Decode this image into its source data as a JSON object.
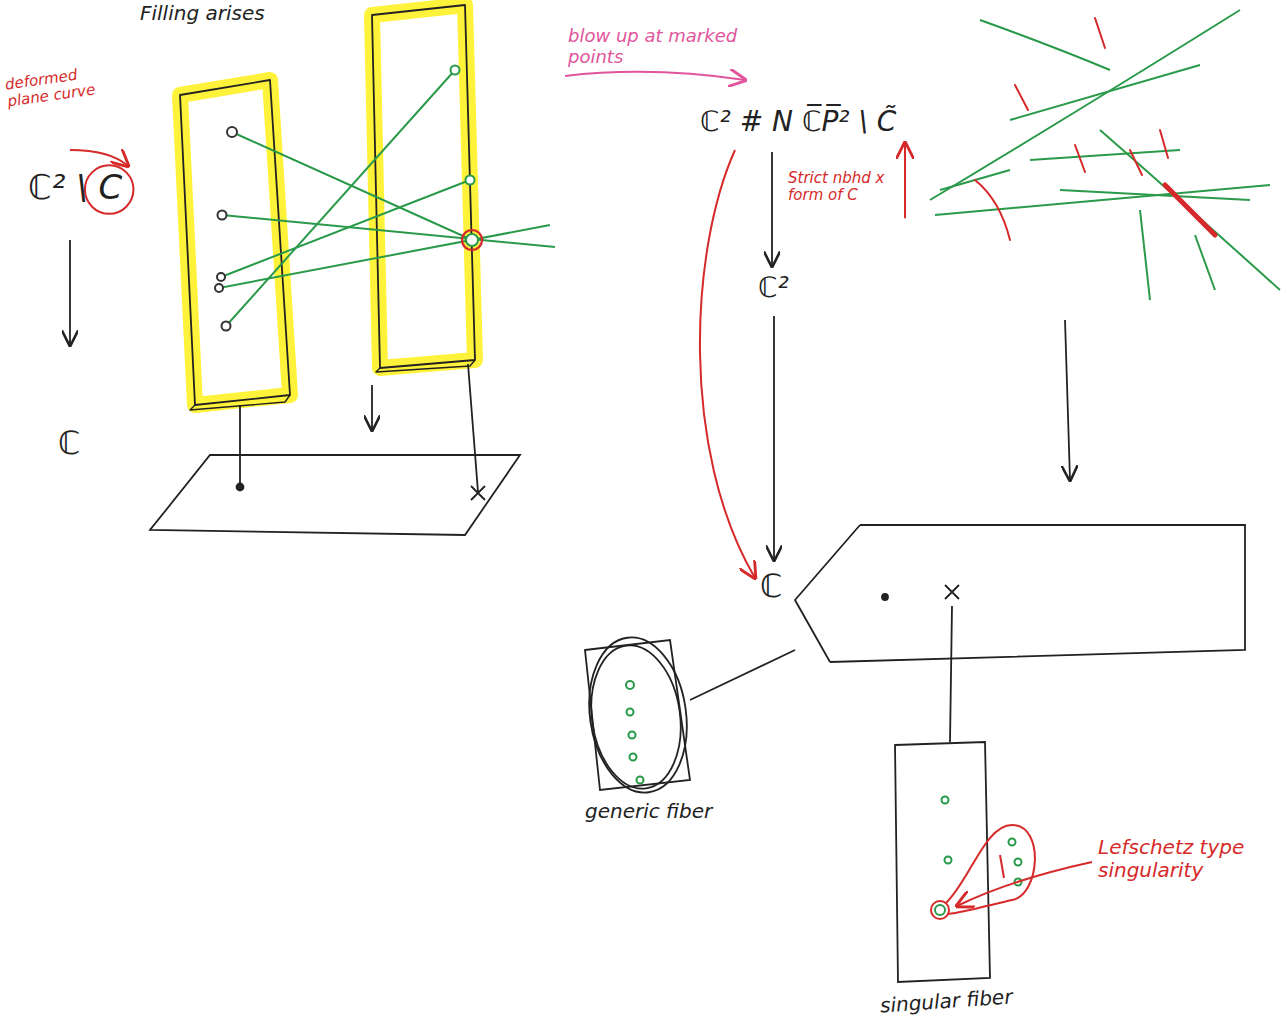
{
  "diagram": {
    "labels": [
      "Filling arises",
      "deformed plane curve",
      "ℂ² \\ C",
      "ℂ",
      "blow up at marked points",
      "ℂ² # N ℂ̅P̅² \\ C̃",
      "Strict nbhd x form of C",
      "ℂ²",
      "ℂ",
      "generic fiber",
      "singular fiber",
      "Lefschetz type singularity"
    ]
  }
}
